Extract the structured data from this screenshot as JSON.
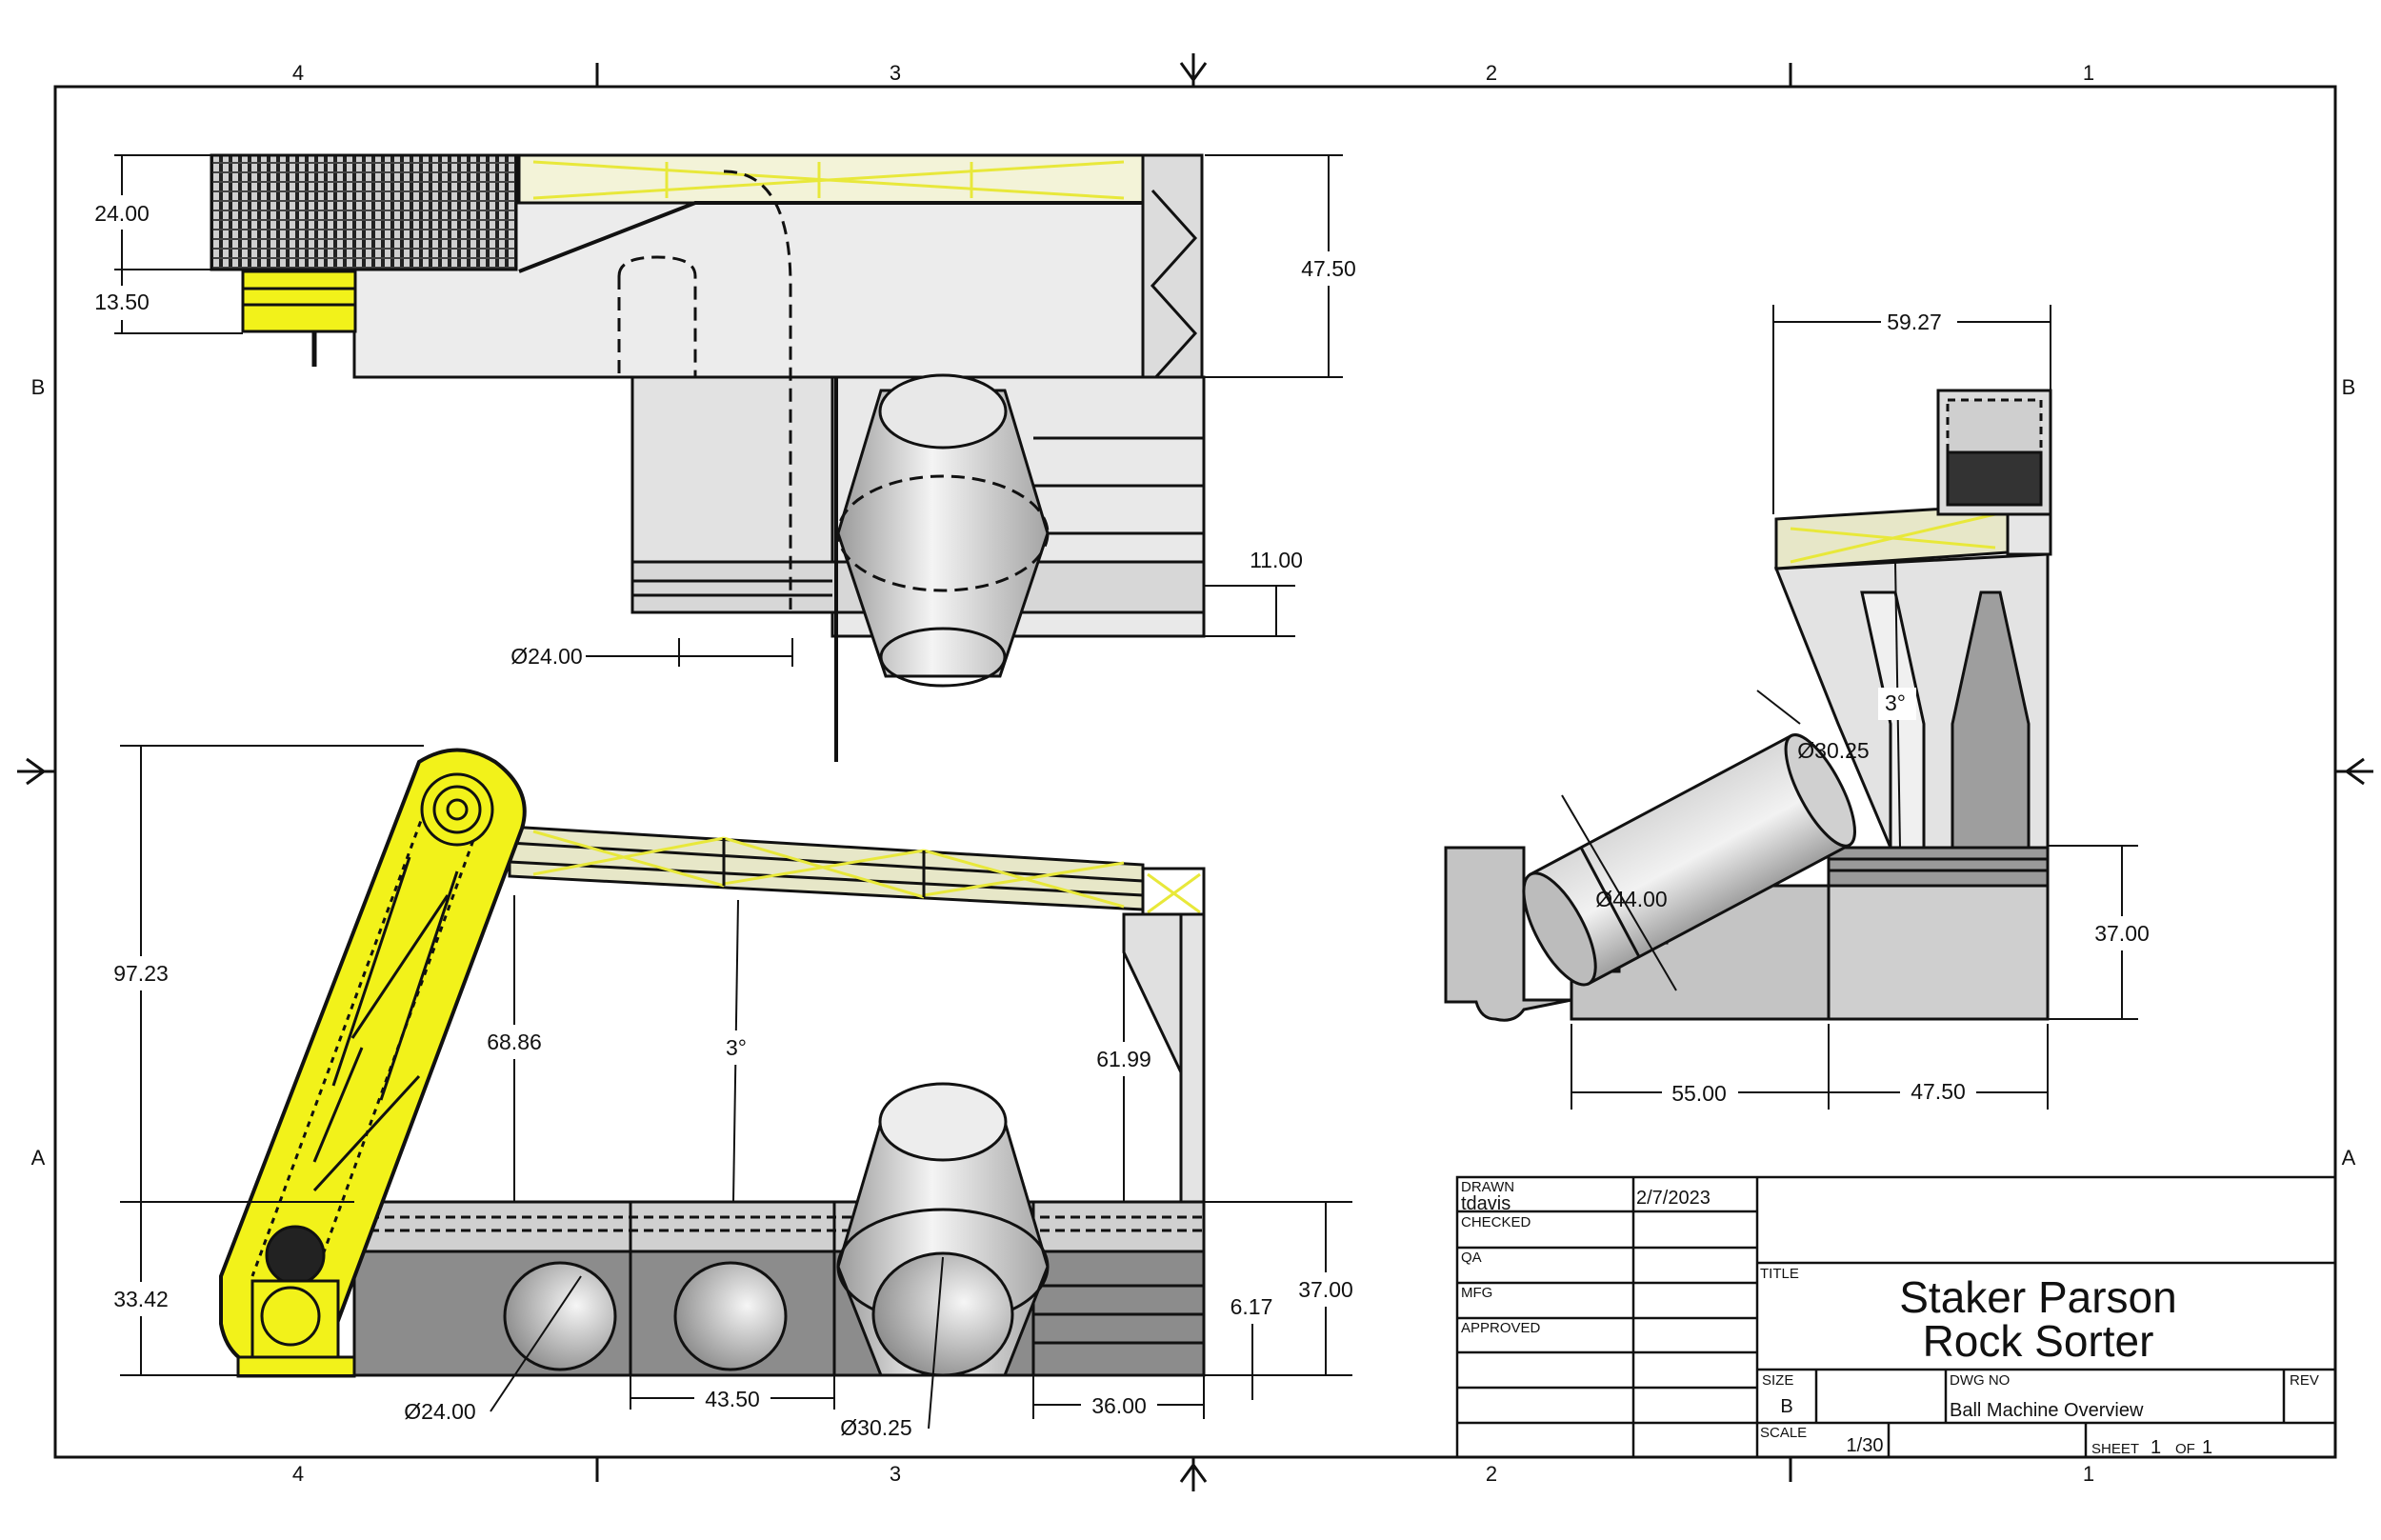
{
  "zones": {
    "columns": [
      "4",
      "3",
      "2",
      "1"
    ],
    "rows": [
      "B",
      "A"
    ]
  },
  "dimensions": {
    "top_view": {
      "d24_00": "24.00",
      "d13_50": "13.50",
      "d47_50": "47.50",
      "d11_00": "11.00",
      "dia24_00": "Ø24.00"
    },
    "front_view": {
      "d97_23": "97.23",
      "d68_86": "68.86",
      "ang3": "3°",
      "d61_99": "61.99",
      "d33_42": "33.42",
      "d37_00": "37.00",
      "d6_17": "6.17",
      "dia24_00": "Ø24.00",
      "d43_50": "43.50",
      "dia30_25": "Ø30.25",
      "d36_00": "36.00"
    },
    "side_view": {
      "d59_27": "59.27",
      "ang3": "3°",
      "dia30_25": "Ø30.25",
      "dia44_00": "Ø44.00",
      "d37_00": "37.00",
      "d55_00": "55.00",
      "d47_50": "47.50"
    }
  },
  "title_block": {
    "drawn_label": "DRAWN",
    "drawn_by": "tdavis",
    "drawn_date": "2/7/2023",
    "checked_label": "CHECKED",
    "qa_label": "QA",
    "mfg_label": "MFG",
    "approved_label": "APPROVED",
    "title_label": "TITLE",
    "title_line1": "Staker Parson",
    "title_line2": "Rock Sorter",
    "size_label": "SIZE",
    "size_value": "B",
    "dwg_no_label": "DWG NO",
    "dwg_no_value": "Ball Machine Overview",
    "rev_label": "REV",
    "scale_label": "SCALE",
    "scale_value": "1/30",
    "sheet_label": "SHEET",
    "sheet_num": "1",
    "of_label": "OF",
    "sheet_total": "1"
  },
  "colors": {
    "accent_yellow": "#e8e83a",
    "line": "#111111",
    "fill_light": "#e6e6e6",
    "fill_mid": "#b9b9b9",
    "fill_dark": "#8c8c8c"
  }
}
